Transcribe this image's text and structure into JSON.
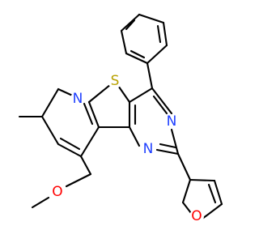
{
  "molecule": {
    "atoms": [
      {
        "id": "S",
        "label": "S",
        "color": "#b8a100"
      },
      {
        "id": "N1",
        "label": "N",
        "color": "#1f3fff"
      },
      {
        "id": "N2",
        "label": "N",
        "color": "#1f3fff"
      },
      {
        "id": "N3",
        "label": "N",
        "color": "#1f3fff"
      },
      {
        "id": "O1",
        "label": "O",
        "color": "#ff0000"
      },
      {
        "id": "O2",
        "label": "O",
        "color": "#ff0000"
      }
    ]
  }
}
